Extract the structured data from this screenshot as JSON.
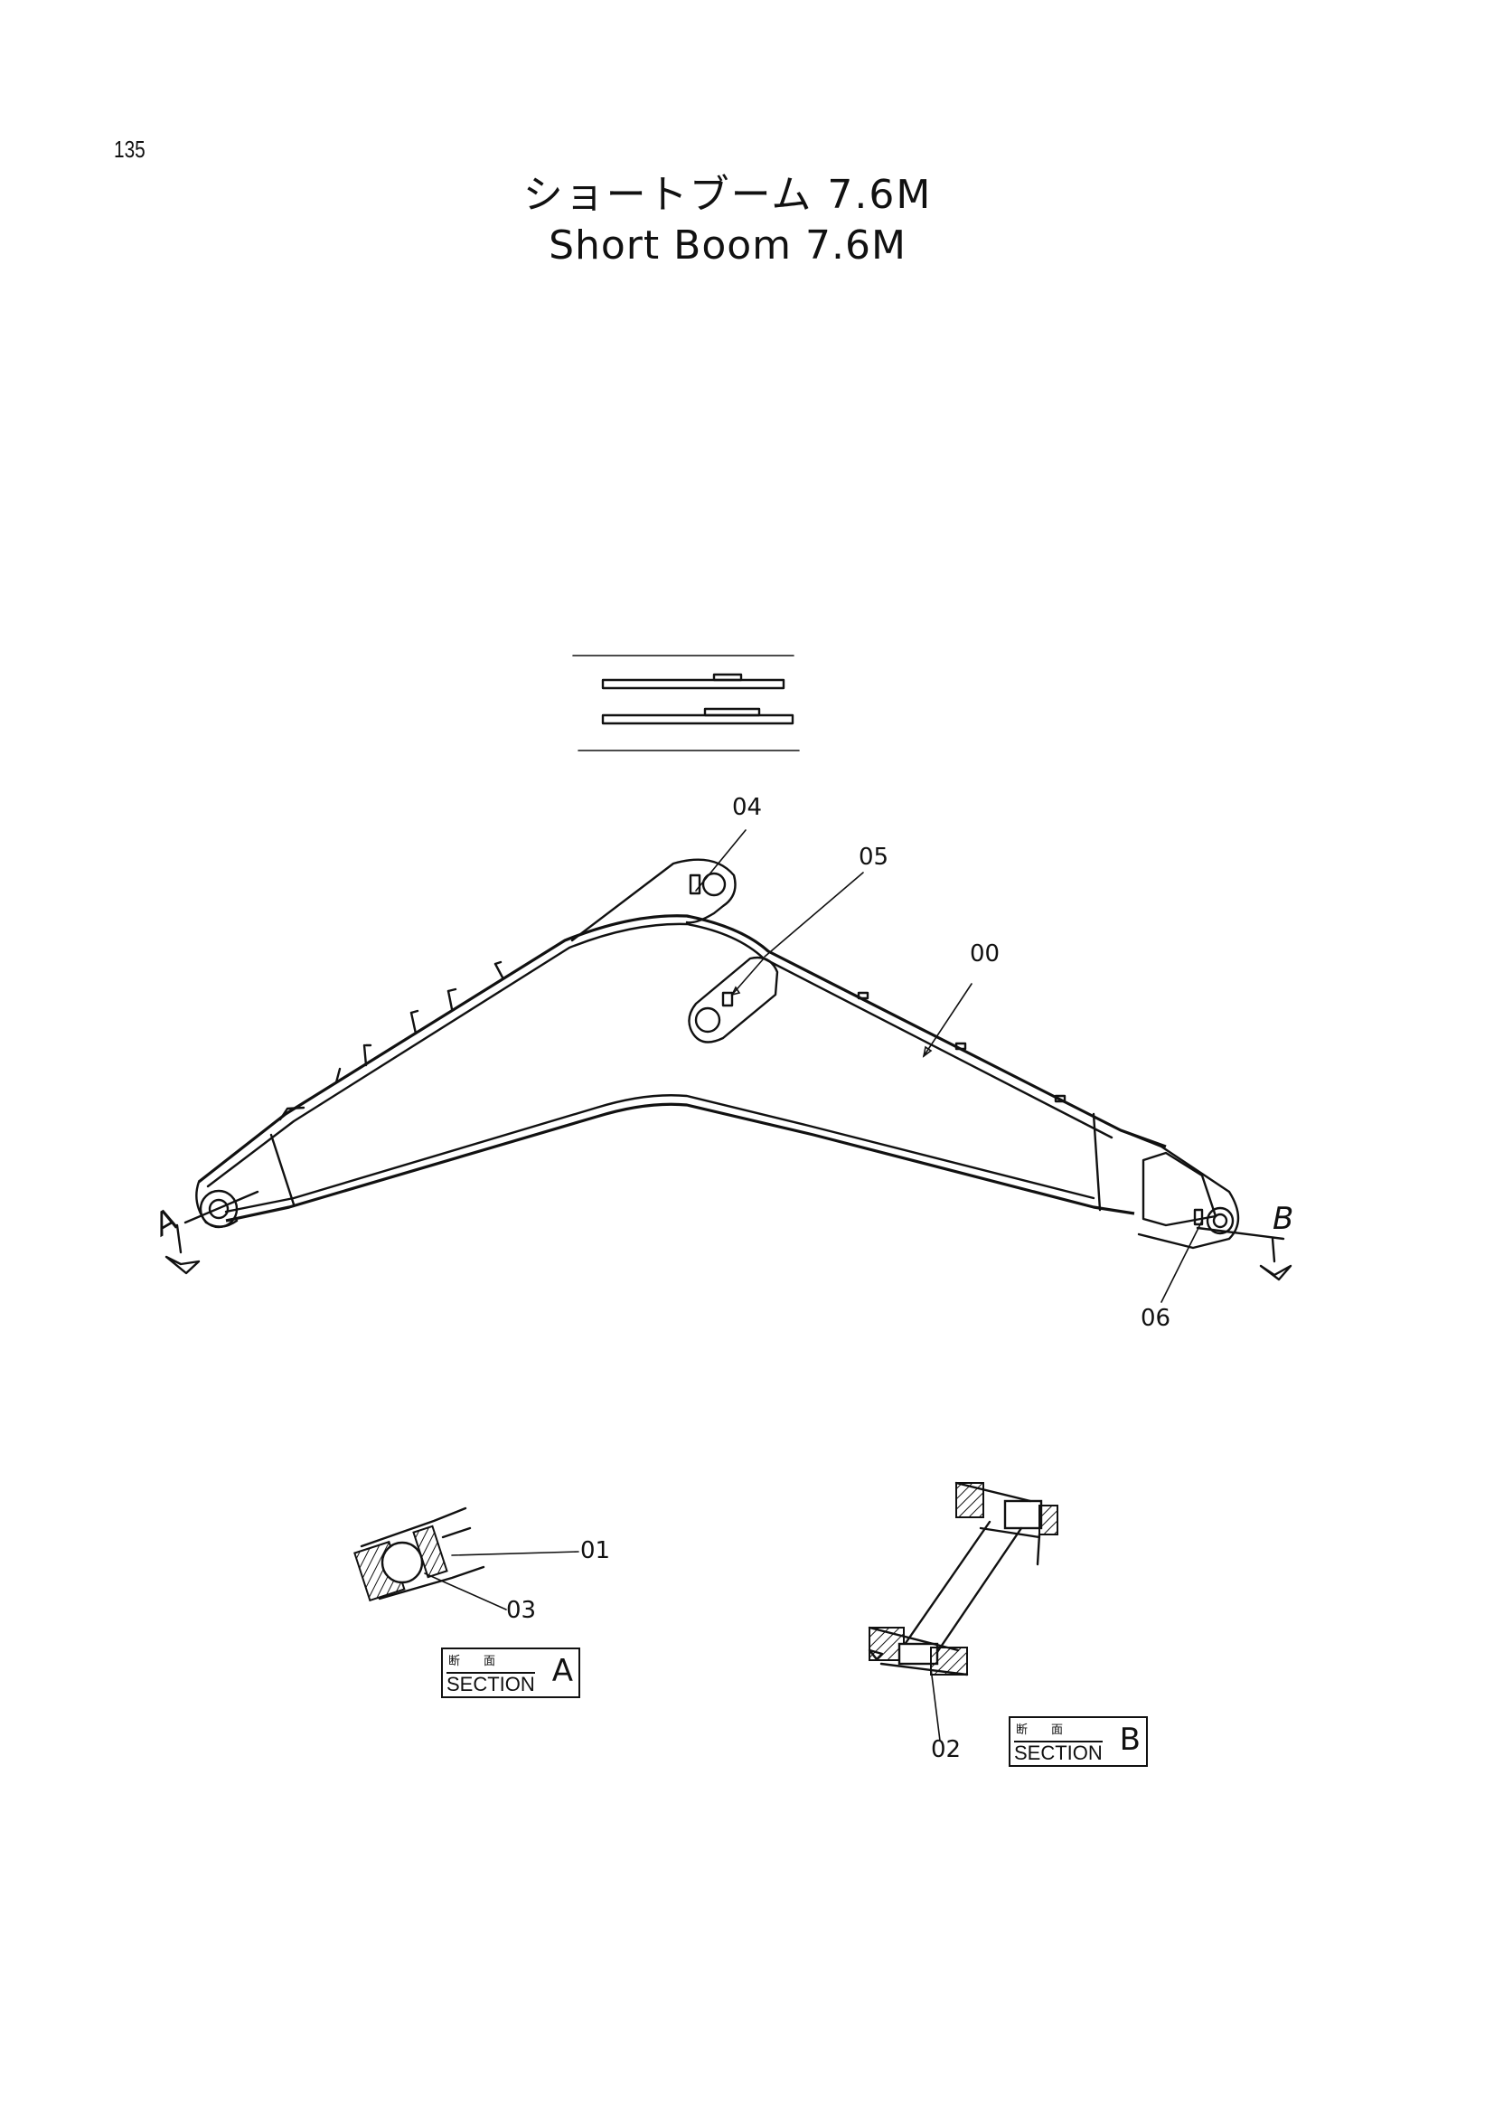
{
  "page": {
    "number": "135"
  },
  "title": {
    "japanese": "ショートブーム 7.6M",
    "english": "Short Boom 7.6M"
  },
  "callouts": [
    {
      "id": "00",
      "label": "00"
    },
    {
      "id": "01",
      "label": "01"
    },
    {
      "id": "02",
      "label": "02"
    },
    {
      "id": "03",
      "label": "03"
    },
    {
      "id": "04",
      "label": "04"
    },
    {
      "id": "05",
      "label": "05"
    },
    {
      "id": "06",
      "label": "06"
    }
  ],
  "views": {
    "a": {
      "letter": "A"
    },
    "b": {
      "letter": "B"
    }
  },
  "sections": {
    "a": {
      "kanji": "断面",
      "word": "SECTION",
      "letter": "A"
    },
    "b": {
      "kanji": "断面",
      "word": "SECTION",
      "letter": "B"
    }
  }
}
